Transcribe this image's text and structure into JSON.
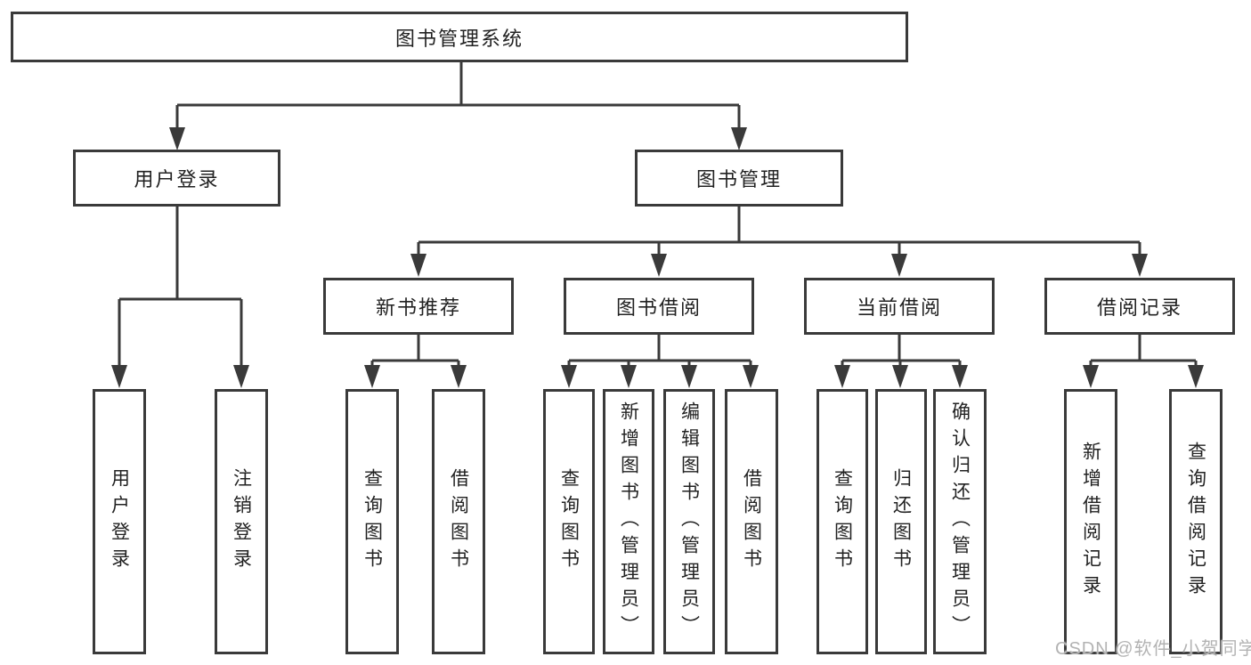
{
  "diagram": {
    "root": {
      "label": "图书管理系统"
    },
    "level2": [
      {
        "id": "user-login",
        "label": "用户登录"
      },
      {
        "id": "book-management",
        "label": "图书管理"
      }
    ],
    "level3": [
      {
        "id": "new-book-recommendation",
        "label": "新书推荐"
      },
      {
        "id": "book-borrowing",
        "label": "图书借阅"
      },
      {
        "id": "current-borrowing",
        "label": "当前借阅"
      },
      {
        "id": "borrowing-records",
        "label": "借阅记录"
      }
    ],
    "leaves": [
      {
        "parent": "用户登录",
        "label": "用户登录"
      },
      {
        "parent": "用户登录",
        "label": "注销登录"
      },
      {
        "parent": "新书推荐",
        "label": "查询图书"
      },
      {
        "parent": "新书推荐",
        "label": "借阅图书"
      },
      {
        "parent": "图书借阅",
        "label": "查询图书"
      },
      {
        "parent": "图书借阅",
        "label": "新增图书（管理员）"
      },
      {
        "parent": "图书借阅",
        "label": "编辑图书（管理员）"
      },
      {
        "parent": "图书借阅",
        "label": "借阅图书"
      },
      {
        "parent": "当前借阅",
        "label": "查询图书"
      },
      {
        "parent": "当前借阅",
        "label": "归还图书"
      },
      {
        "parent": "当前借阅",
        "label": "确认归还（管理员）"
      },
      {
        "parent": "借阅记录",
        "label": "新增借阅记录"
      },
      {
        "parent": "借阅记录",
        "label": "查询借阅记录"
      }
    ]
  },
  "watermark": {
    "text": "CSDN @软件_小贺同学"
  },
  "colors": {
    "line": "#3a3a3a",
    "text": "#222222",
    "background": "#ffffff",
    "watermark": "#b3b3b3"
  }
}
